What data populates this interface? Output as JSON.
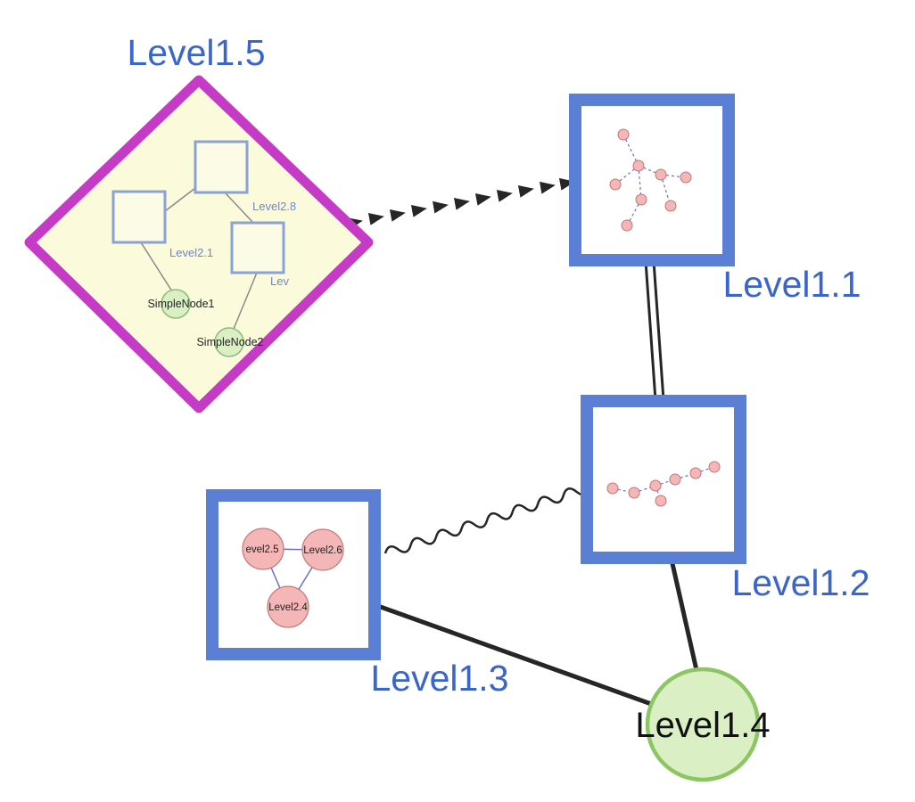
{
  "diagram": {
    "nodes": {
      "level15": {
        "label": "Level1.5",
        "shape": "diamond"
      },
      "level11": {
        "label": "Level1.1",
        "shape": "square"
      },
      "level12": {
        "label": "Level1.2",
        "shape": "square"
      },
      "level13": {
        "label": "Level1.3",
        "shape": "square"
      },
      "level14": {
        "label": "Level1.4",
        "shape": "circle"
      }
    },
    "level15_children": {
      "square_top_label": "Level2.8",
      "square_left_label": "Level2.1",
      "square_right_label": "Lev",
      "green1_label": "SimpleNode1",
      "green2_label": "SimpleNode2"
    },
    "level13_children": {
      "left_label": "evel2.5",
      "right_label": "Level2.6",
      "bottom_label": "Level2.4"
    },
    "edges": [
      {
        "from": "Level1.5",
        "to": "Level1.1",
        "style": "dashed-arrow"
      },
      {
        "from": "Level1.1",
        "to": "Level1.2",
        "style": "double-line"
      },
      {
        "from": "Level1.3",
        "to": "Level1.2",
        "style": "wavy"
      },
      {
        "from": "Level1.3",
        "to": "Level1.4",
        "style": "solid"
      },
      {
        "from": "Level1.2",
        "to": "Level1.4",
        "style": "solid"
      }
    ]
  },
  "colors": {
    "label_blue": "#3a66cc",
    "inner_label_blue": "#6b87cf",
    "node_border_blue": "#5c7fd6",
    "diamond_border": "#c63bc6",
    "diamond_fill": "#fbfbdc",
    "inner_square_fill": "#fbfbe6",
    "inner_square_border": "#8aa2d4",
    "green_fill": "#daf0c4",
    "green_border": "#93b97e",
    "green_border_big": "#8cc663",
    "pink_fill": "#f4b6b6",
    "pink_border": "#c47676",
    "mini_edge_blue": "#6d6dcf",
    "edge_black": "#262626"
  }
}
